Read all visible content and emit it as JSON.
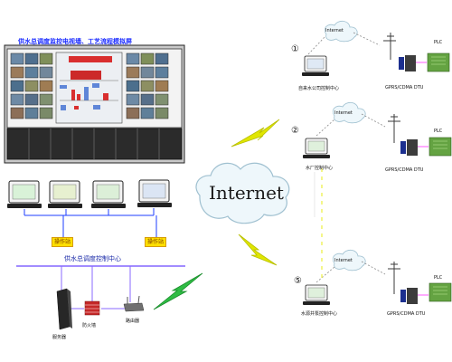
{
  "title": "供水总调度监控电视墙、工艺流程模拟屏",
  "internet_label": "Internet",
  "center_label": "供水总调度控制中心",
  "left_tags": [
    "操作站",
    "操作站"
  ],
  "bottom_devices": [
    "服务器",
    "防火墙",
    "路由器"
  ],
  "branches": [
    {
      "marker": "①",
      "center": "自来水公司控制中心",
      "cloud": "Internet",
      "dtu": "GPRS/CDMA DTU",
      "plc": "PLC"
    },
    {
      "marker": "②",
      "center": "水厂控制中心",
      "cloud": "Internet",
      "dtu": "GPRS/CDMA DTU",
      "plc": "PLC"
    },
    {
      "marker": "⑤",
      "center": "水源井泵控制中心",
      "cloud": "Internet",
      "dtu": "GPRS/CDMA DTU",
      "plc": "PLC"
    }
  ],
  "colors": {
    "wall_dark": "#2b2b2b",
    "wall_panel": "#e8e8e8",
    "cloud_fill": "#e9f3f8",
    "cloud_stroke": "#8fb5c9",
    "lightning": "#d9e100",
    "lightning_green": "#22b14c",
    "network_line": "#7f8cff",
    "plc_green": "#4c8a2b"
  }
}
